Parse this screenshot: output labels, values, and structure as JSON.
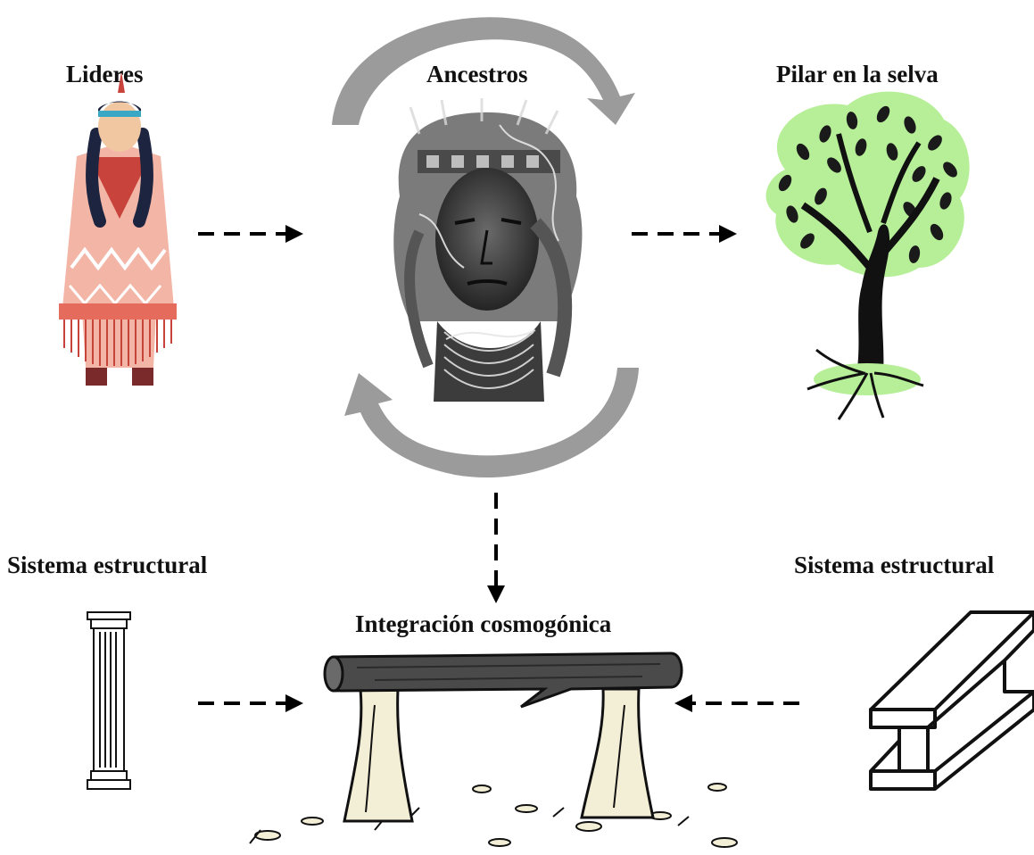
{
  "labels": {
    "leaders": "Lideres",
    "ancestors": "Ancestros",
    "pillar": "Pilar en la selva",
    "structural_left": "Sistema estructural",
    "structural_right": "Sistema estructural",
    "integration": "Integración cosmogónica"
  },
  "colors": {
    "text": "#111111",
    "cycle_arrow": "#9b9b9b",
    "dashed_arrow": "#000000",
    "tree_canopy": "#b6ef97",
    "log": "#4a4a4a",
    "post": "#f3efd6",
    "poncho": "#f3b5a6",
    "poncho_red": "#c8433b"
  },
  "icons": {
    "leader": "indigenous-woman-icon",
    "ancestor": "chief-portrait-icon",
    "pillar": "tree-of-life-icon",
    "column": "greek-column-icon",
    "beam": "steel-i-beam-icon",
    "integration": "log-bench-icon"
  }
}
